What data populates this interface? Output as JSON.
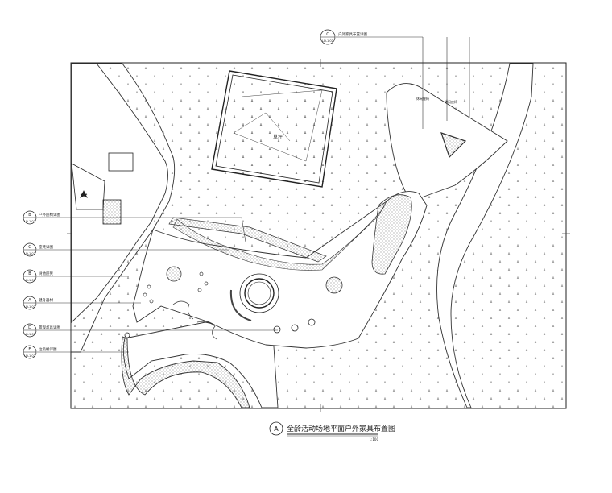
{
  "drawing": {
    "title": "全龄活动场地平面户外家具布置图",
    "title_marker": "A",
    "scale_note": "1:100",
    "center_label": "草坪"
  },
  "callouts_left": [
    {
      "letter": "B",
      "sheet": "LD-1.02",
      "text": "户外座椅详图"
    },
    {
      "letter": "C",
      "sheet": "LD-1.02",
      "text": "座凳详图"
    },
    {
      "letter": "B",
      "sheet": "LD-1.02",
      "text": "树池座凳"
    },
    {
      "letter": "A",
      "sheet": "LD-1.02",
      "text": "健身器材"
    },
    {
      "letter": "D",
      "sheet": "LD-1.02",
      "text": "景观灯具详图"
    },
    {
      "letter": "E",
      "sheet": "LD-1.02",
      "text": "垃圾桶详图"
    }
  ],
  "callout_top": {
    "letter": "C",
    "sheet": "LD-1.02",
    "text": "户外家具布置详图"
  },
  "plan_labels": [
    {
      "text": "休闲座椅"
    },
    {
      "text": "休闲座椅"
    }
  ]
}
